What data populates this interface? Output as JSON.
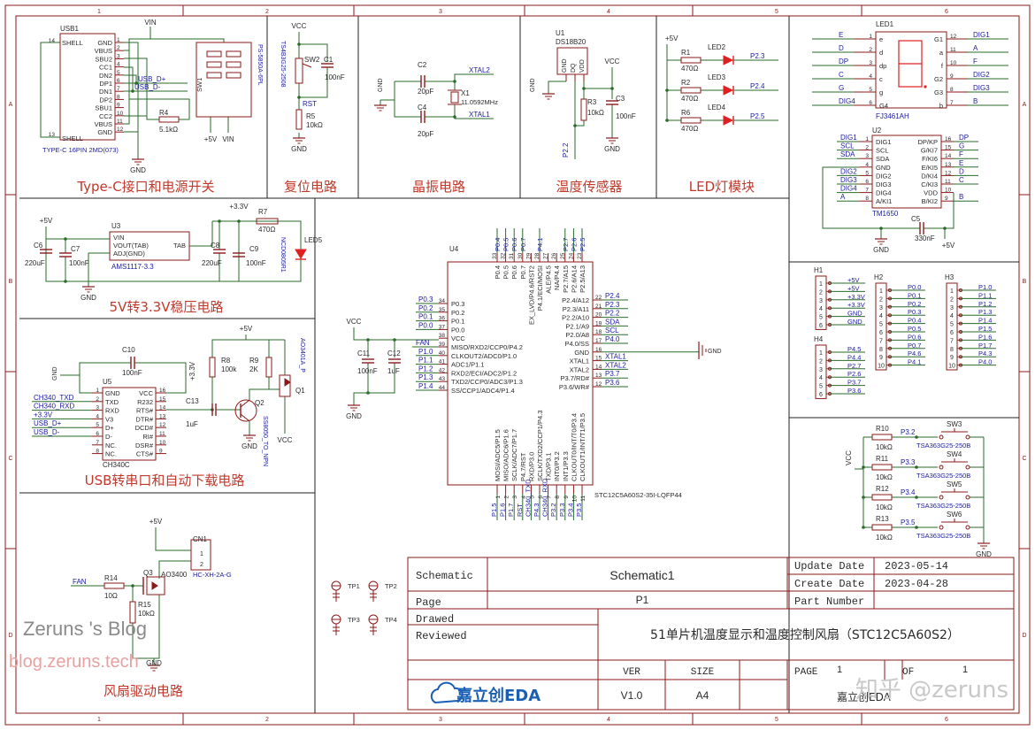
{
  "border": {
    "cols": [
      "1",
      "2",
      "3",
      "4",
      "5",
      "6"
    ],
    "rows": [
      "A",
      "B",
      "C",
      "D"
    ]
  },
  "sections": {
    "typec": "Type-C接口和电源开关",
    "reset": "复位电路",
    "crystal": "晶振电路",
    "temp": "温度传感器",
    "led": "LED灯模块",
    "ldo": "5V转3.3V稳压电路",
    "usb": "USB转串口和自动下载电路",
    "fan": "风扇驱动电路"
  },
  "usb1": {
    "ref": "USB1",
    "footprint": "TYPE-C 16PIN 2MD(073)",
    "left_pins": [
      "SHELL",
      "SHELL"
    ],
    "left_nums": [
      "14",
      "13"
    ],
    "right_pins": [
      "GND",
      "VBUS",
      "SBU2",
      "CC1",
      "DN2",
      "DP1",
      "DN1",
      "DP2",
      "SBU1",
      "CC2",
      "VBUS",
      "GND"
    ],
    "right_nums": [
      "1",
      "2",
      "3",
      "4",
      "5",
      "6",
      "7",
      "8",
      "9",
      "10",
      "11",
      "12"
    ],
    "nets": [
      "USB_D+",
      "USB_D-"
    ],
    "r4": "R4",
    "r4v": "5.1kΩ",
    "gnd": "GND",
    "sw1": "SW1",
    "sw1p": "PS-5850A-6PL",
    "p5v": "+5V",
    "vin": "VIN",
    "vin_top": "VIN"
  },
  "reset": {
    "vcc": "VCC",
    "sw2": "SW2",
    "sw2p": "TS4B3G25-2508",
    "c1": "C1",
    "c1v": "100nF",
    "rst": "RST",
    "r5": "R5",
    "r5v": "10kΩ",
    "gnd": "GND"
  },
  "crystal": {
    "c2": "C2",
    "c2v": "20pF",
    "c4": "C4",
    "c4v": "20pF",
    "x1": "X1",
    "x1v": "11.0592MHz",
    "xtal2": "XTAL2",
    "xtal1": "XTAL1",
    "gnd": "GND"
  },
  "temp": {
    "u1": "U1",
    "u1p": "DS18B20",
    "pins": [
      "GND",
      "DQ",
      "VDD"
    ],
    "vcc": "VCC",
    "r3": "R3",
    "r3v": "10kΩ",
    "c3": "C3",
    "c3v": "100nF",
    "gnd": "GND",
    "net": "P2.2",
    "gnd2": "GND"
  },
  "led": {
    "p5v": "+5V",
    "rows": [
      {
        "r": "R1",
        "rv": "470Ω",
        "d": "LED2",
        "net": "P2.3"
      },
      {
        "r": "R2",
        "rv": "470Ω",
        "d": "LED3",
        "net": "P2.4"
      },
      {
        "r": "R6",
        "rv": "470Ω",
        "d": "LED4",
        "net": "P2.5"
      }
    ]
  },
  "led1": {
    "ref": "LED1",
    "part": "FJ3461AH",
    "left_nets": [
      "E",
      "D",
      "DP",
      "C",
      "G",
      "DIG4"
    ],
    "left_pins": [
      "e",
      "d",
      "dp",
      "c",
      "g",
      "G4"
    ],
    "left_nums": [
      "1",
      "2",
      "3",
      "4",
      "5",
      "6"
    ],
    "right_pins": [
      "G1",
      "a",
      "f",
      "G2",
      "G3",
      "b"
    ],
    "right_nums": [
      "12",
      "11",
      "10",
      "9",
      "8",
      "7"
    ],
    "right_nets": [
      "DIG1",
      "A",
      "F",
      "DIG2",
      "DIG3",
      "B"
    ]
  },
  "u2": {
    "ref": "U2",
    "part": "TM1650",
    "left_nets": [
      "DIG1",
      "SCL",
      "SDA",
      "",
      "DIG2",
      "DIG3",
      "DIG4",
      "A"
    ],
    "left_pins": [
      "DIG1",
      "SCL",
      "SDA",
      "GND",
      "DIG2",
      "DIG3",
      "DIG4",
      "A/KI1"
    ],
    "left_nums": [
      "1",
      "2",
      "3",
      "4",
      "5",
      "6",
      "7",
      "8"
    ],
    "right_pins": [
      "DP/KP",
      "G/KI7",
      "F/KI6",
      "E/KI5",
      "D/KI4",
      "C/KI3",
      "VDD",
      "B/KI2"
    ],
    "right_nums": [
      "16",
      "15",
      "14",
      "13",
      "12",
      "11",
      "10",
      "9"
    ],
    "right_nets": [
      "DP",
      "G",
      "F",
      "E",
      "D",
      "C",
      "",
      "B"
    ],
    "c5": "C5",
    "c5v": "330nF",
    "gnd": "GND",
    "p5v": "+5V"
  },
  "ldo": {
    "p5v": "+5V",
    "p33": "+3.3V",
    "u3": "U3",
    "u3p": "AMS1117-3.3",
    "pins": [
      "VIN",
      "VOUT(TAB)",
      "ADJ(GND)"
    ],
    "tab": "TAB",
    "c6": "C6",
    "c6v": "220uF",
    "c7": "C7",
    "c7v": "100nF",
    "c8": "C8",
    "c8v": "220uF",
    "c9": "C9",
    "c9v": "100nF",
    "r7": "R7",
    "r7v": "470Ω",
    "led5": "LED5",
    "led5p": "NCD0805R1",
    "gnd": "GND"
  },
  "usb": {
    "u5": "U5",
    "u5p": "CH340C",
    "gnd": "GND",
    "c10": "C10",
    "c10v": "100nF",
    "p33": "+3.3V",
    "left_nets": [
      "CH340_TXD",
      "CH340_RXD",
      "+3.3V",
      "USB_D+",
      "USB_D-"
    ],
    "left_pins": [
      "GND",
      "TXD",
      "RXD",
      "V3",
      "D+",
      "D-",
      "NC.",
      "NC."
    ],
    "left_nums": [
      "1",
      "2",
      "3",
      "4",
      "5",
      "6",
      "7",
      "8"
    ],
    "right_pins": [
      "VCC",
      "R232",
      "RTS#",
      "DTR#",
      "DCD#",
      "RI#",
      "DSR#",
      "CTS#"
    ],
    "right_nums": [
      "16",
      "15",
      "14",
      "13",
      "12",
      "11",
      "10",
      "9"
    ],
    "c13": "C13",
    "c13v": "1uF",
    "p5v": "+5V",
    "r8": "R8",
    "r8v": "100k",
    "r9": "R9",
    "r9v": "2K",
    "q2": "Q2",
    "q2p": "SS8050_TO_NPN",
    "q1": "Q1",
    "q1p": "AO3401A_P",
    "vcc": "VCC",
    "gnd2": "GND"
  },
  "mcu": {
    "ref": "U4",
    "part": "STC12C5A60S2-35I-LQFP44",
    "vcc": "VCC",
    "c11": "C11",
    "c11v": "100nF",
    "c12": "C12",
    "c12v": "1uF",
    "gnd": "GND",
    "gnd2": "GND",
    "fan": "FAN",
    "left_nets": [
      "P0.3",
      "P0.2",
      "P0.1",
      "P0.0",
      "",
      "P1.0",
      "P1.1",
      "P1.2",
      "P1.3",
      "P1.4"
    ],
    "left_nums": [
      "34",
      "35",
      "36",
      "37",
      "38",
      "39",
      "40",
      "41",
      "42",
      "43",
      "44"
    ],
    "left_pins": [
      "P0.3",
      "P0.2",
      "P0.1",
      "P0.0",
      "VCC",
      "MISO/RXD2/CCP0/P4.2",
      "CLKOUT2/ADC0/P1.0",
      "ADC1/P1.1",
      "RXD2/ECI/ADC2/P1.2",
      "TXD2/CCP0/ADC3/P1.3",
      "SS/CCP1/ADC4/P1.4"
    ],
    "right_pins": [
      "P2.4/A12",
      "P2.3/A11",
      "P2.2/A10",
      "P2.1/A9",
      "P2.0/A8",
      "P4.0/SS",
      "GND",
      "XTAL1",
      "XTAL2",
      "P3.7/RD#",
      "P3.6/WR#"
    ],
    "right_nums": [
      "22",
      "21",
      "20",
      "19",
      "18",
      "17",
      "16",
      "15",
      "14",
      "13",
      "12"
    ],
    "right_nets": [
      "P2.4",
      "P2.3",
      "P2.2",
      "SDA",
      "SCL",
      "P4.0",
      "",
      "XTAL1",
      "XTAL2",
      "P3.7",
      "P3.6"
    ],
    "top_pins": [
      "P0.4",
      "P0.5",
      "P0.6",
      "P0.7",
      "EX_LVD/P4.6/RST2",
      "P4.1/ECI/MOSI",
      "ALE/P4.5",
      "NA/P4.4",
      "P2.7/A15",
      "P2.6/A14",
      "P2.5/A13"
    ],
    "top_nums": [
      "33",
      "32",
      "31",
      "30",
      "29",
      "28",
      "27",
      "26",
      "25",
      "24",
      "23"
    ],
    "top_nets": [
      "P0.4",
      "P0.5",
      "P0.6",
      "P0.7",
      "",
      "P4.1",
      "",
      "",
      "P2.7",
      "P2.6",
      "P2.5"
    ],
    "bot_pins": [
      "MOSI/ADC5/P1.5",
      "MISO/ADC6/P1.6",
      "SCLK/ADC7/P1.7",
      "P4.7/RST",
      "RXD/P3.0",
      "SCLK/TXD2/CCP1/P4.3",
      "TXD/P3.1",
      "INT0/P3.2",
      "INT1/P3.3",
      "CLKOUT0/INT/T0/P3.4",
      "CLKOUT1/INT/T1/P3.5"
    ],
    "bot_nums": [
      "1",
      "2",
      "3",
      "4",
      "5",
      "6",
      "7",
      "8",
      "9",
      "10",
      "11"
    ],
    "bot_nets": [
      "P1.5",
      "P1.6",
      "P1.7",
      "RST",
      "CH340_TXD",
      "P4.3",
      "CH340_RXD",
      "P3.2",
      "P3.3",
      "P3.4",
      "P3.5"
    ]
  },
  "headers": {
    "h1": "H1",
    "h1_nets": [
      "+5V",
      "+5V",
      "+3.3V",
      "+3.3V",
      "GND",
      "GND"
    ],
    "h4": "H4",
    "h4_nets": [
      "P4.5",
      "P4.4",
      "P2.7",
      "P2.6",
      "P3.7",
      "P3.6"
    ],
    "h2": "H2",
    "h2_nets": [
      "P0.0",
      "P0.1",
      "P0.2",
      "P0.3",
      "P0.4",
      "P0.5",
      "P0.6",
      "P0.7",
      "P4.6",
      "P4.1"
    ],
    "h3": "H3",
    "h3_nets": [
      "P1.0",
      "P1.1",
      "P1.2",
      "P1.3",
      "P1.4",
      "P1.5",
      "P1.6",
      "P1.7",
      "P4.3",
      "P4.0"
    ],
    "nums6": [
      "1",
      "2",
      "3",
      "4",
      "5",
      "6"
    ],
    "nums10": [
      "1",
      "2",
      "3",
      "4",
      "5",
      "6",
      "7",
      "8",
      "9",
      "10"
    ]
  },
  "keys": {
    "vcc": "VCC",
    "gnd": "GND",
    "rows": [
      {
        "r": "R10",
        "rv": "10kΩ",
        "net": "P3.2",
        "sw": "SW3",
        "swp": "TSA363G25-250B"
      },
      {
        "r": "R11",
        "rv": "10kΩ",
        "net": "P3.3",
        "sw": "SW4",
        "swp": "TSA363G25-250B"
      },
      {
        "r": "R12",
        "rv": "10kΩ",
        "net": "P3.4",
        "sw": "SW5",
        "swp": "TSA363G25-250B"
      },
      {
        "r": "R13",
        "rv": "10kΩ",
        "net": "P3.5",
        "sw": "SW6",
        "swp": "TSA363G25-250B"
      }
    ]
  },
  "fan": {
    "p5v": "+5V",
    "cn1": "CN1",
    "cn1p": "HC-XH-2A-G",
    "pins": [
      "1",
      "2"
    ],
    "fan": "FAN",
    "r14": "R14",
    "r14v": "10Ω",
    "q3": "Q3",
    "q3p": "AO3400",
    "r15": "R15",
    "r15v": "10kΩ",
    "gnd": "GND"
  },
  "tps": [
    "TP1",
    "TP2",
    "TP3",
    "TP4"
  ],
  "titleblock": {
    "schematic_label": "Schematic",
    "schematic_value": "Schematic1",
    "page_label": "Page",
    "page_value": "P1",
    "drawed": "Drawed",
    "reviewed": "Reviewed",
    "update_label": "Update Date",
    "update_value": "2023-05-14",
    "create_label": "Create Date",
    "create_value": "2023-04-28",
    "part_label": "Part Number",
    "title": "51单片机温度显示和温度控制风扇（STC12C5A60S2）",
    "ver_label": "VER",
    "ver_value": "V1.0",
    "size_label": "SIZE",
    "size_value": "A4",
    "page2_label": "PAGE",
    "page_num": "1",
    "of_label": "OF",
    "of_num": "1",
    "logo": "嘉立创EDA",
    "logo_small": "嘉立创EDA"
  },
  "watermark": {
    "blog": "Zeruns 's Blog",
    "url": "blog.zeruns.tech",
    "zhihu": "知乎 @zeruns"
  },
  "colors": {
    "frame": "#8b1a1a",
    "wire": "#2a6b2a",
    "net": "#1a1aa0",
    "part": "#8b1a1a",
    "led": "#e02020",
    "section": "#c0392b"
  }
}
